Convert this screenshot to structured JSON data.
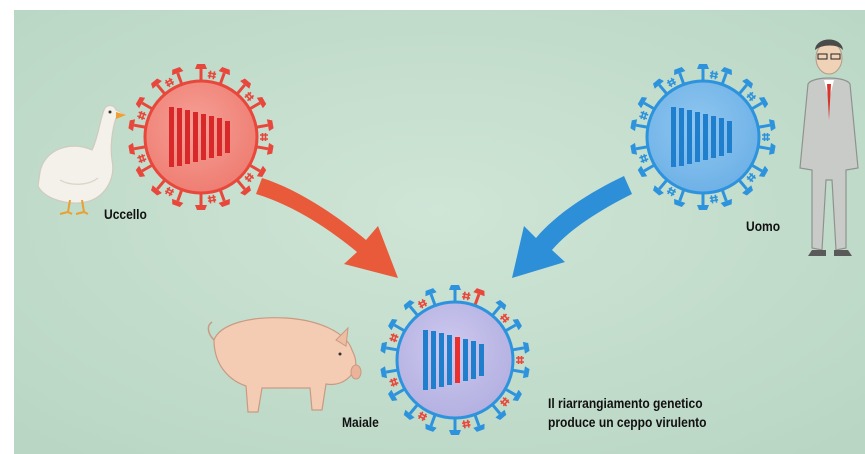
{
  "colors": {
    "background": "#c6dece",
    "bird_virus": "#e8473c",
    "human_virus": "#2d93dd",
    "bird_arrow": "#e95a3a",
    "human_arrow": "#2d8fd8",
    "reassortant_core": "#b9b5e4"
  },
  "labels": {
    "bird": "Uccello",
    "human": "Uomo",
    "pig": "Maiale"
  },
  "caption": {
    "line1": "Il riarrangiamento genetico",
    "line2": "produce un ceppo virulento"
  }
}
